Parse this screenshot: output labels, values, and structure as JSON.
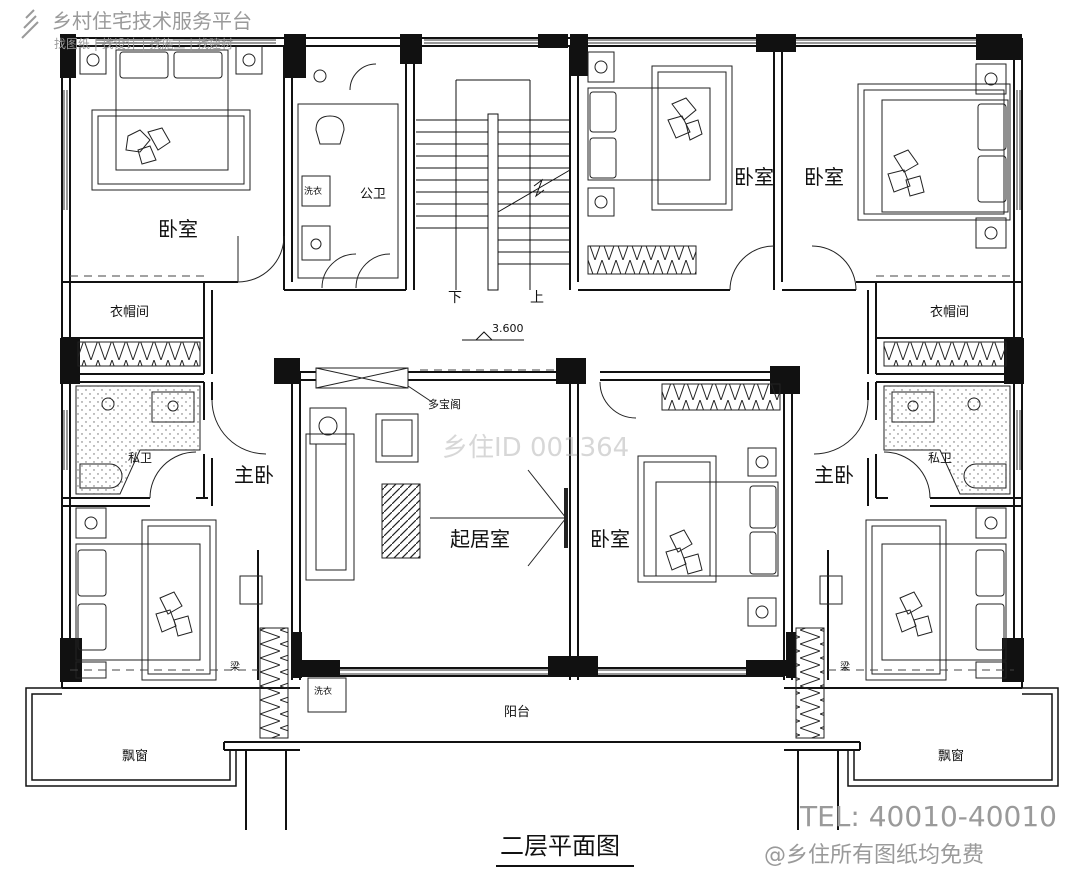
{
  "watermark": {
    "platform_name": "乡村住宅技术服务平台",
    "platform_services": "找图纸 | 找设计 | 找施工 | 找建材",
    "center_id": "乡住ID 001364",
    "tel": "TEL: 40010-40010",
    "free_notice": "@乡住所有图纸均免费"
  },
  "plan": {
    "title": "二层平面图",
    "elevation": "3.600",
    "stair_down": "下",
    "stair_up": "上",
    "rooms": {
      "bedroom_top_left": "卧室",
      "public_bath": "公卫",
      "laundry_top": "洗衣",
      "bedroom_top_center": "卧室",
      "bedroom_top_right": "卧室",
      "closet_left": "衣帽间",
      "closet_right": "衣帽间",
      "bookshelf": "多宝阁",
      "private_bath_left": "私卫",
      "private_bath_right": "私卫",
      "master_left": "主卧",
      "master_right": "主卧",
      "living_room": "起居室",
      "bedroom_center": "卧室",
      "beam_left": "梁",
      "beam_right": "梁",
      "laundry_bottom": "洗衣",
      "balcony": "阳台",
      "bay_window_left": "飘窗",
      "bay_window_right": "飘窗"
    }
  }
}
